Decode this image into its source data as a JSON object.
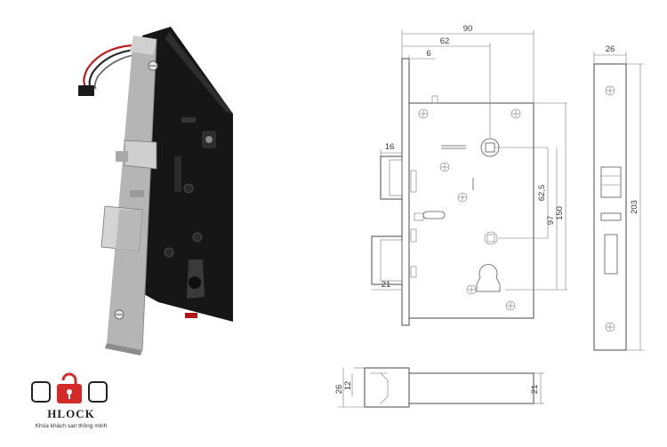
{
  "brand": {
    "name": "HLOCK",
    "tagline": "Khóa khách sạn thông minh",
    "accent": "#d42a2a"
  },
  "dimensions": {
    "width_90": "90",
    "width_62": "62",
    "offset_6": "6",
    "face_26": "26",
    "tab_16": "16",
    "spacing_62_5": "62,5",
    "spacing_97": "97",
    "height_150": "150",
    "face_203": "203",
    "latch_21": "21",
    "bottom_26": "26",
    "bottom_12": "12",
    "bottom_21": "21"
  }
}
